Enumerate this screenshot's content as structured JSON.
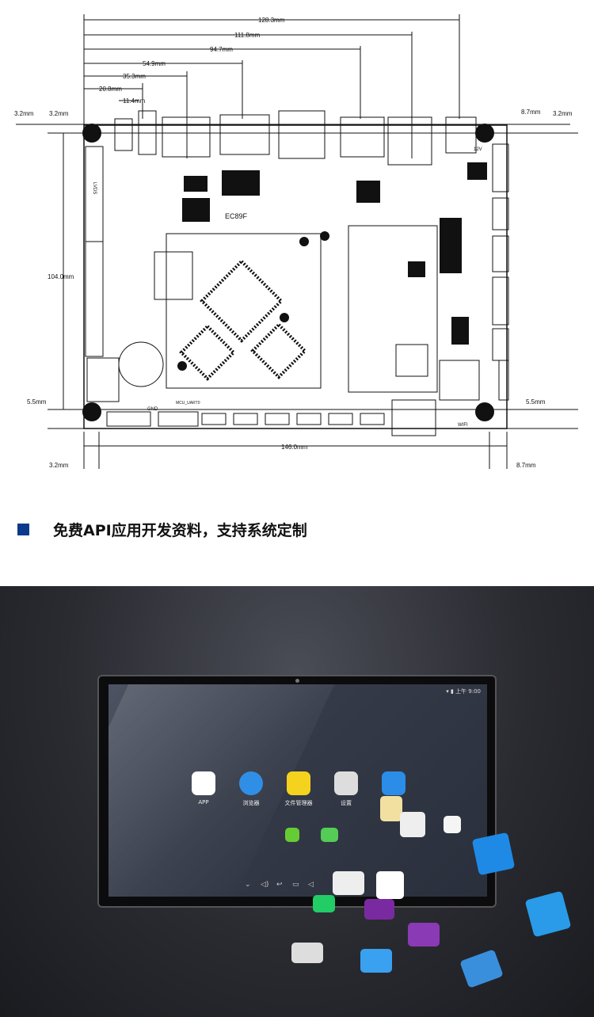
{
  "diagram": {
    "top_dims": [
      "128.3mm",
      "111.8mm",
      "94.7mm",
      "54.9mm",
      "35.3mm",
      "20.8mm",
      "11.4mm"
    ],
    "left_dims": [
      "3.2mm",
      "3.2mm",
      "104.0mm",
      "5.5mm",
      "3.2mm"
    ],
    "right_dims": [
      "8.7mm",
      "3.2mm",
      "5.5mm",
      "8.7mm"
    ],
    "bottom_dim": "146.0mm",
    "chip_label": "EC89F",
    "labels": [
      "LVDS",
      "GND",
      "MCU_UART0",
      "12V",
      "WIFI"
    ]
  },
  "heading": "免费API应用开发资料，支持系统定制",
  "tablet": {
    "status_time": "上午 9:00",
    "apps": [
      {
        "label": "APP",
        "color": "#ffffff"
      },
      {
        "label": "浏览器",
        "color": "#2f8fe6"
      },
      {
        "label": "文件管理器",
        "color": "#f4d21e"
      },
      {
        "label": "设置",
        "color": "#dddddd"
      },
      {
        "label": "",
        "color": "#2b8de8"
      }
    ],
    "nav": [
      "⌄",
      "◁)",
      "↩",
      "▭",
      "◁"
    ]
  }
}
